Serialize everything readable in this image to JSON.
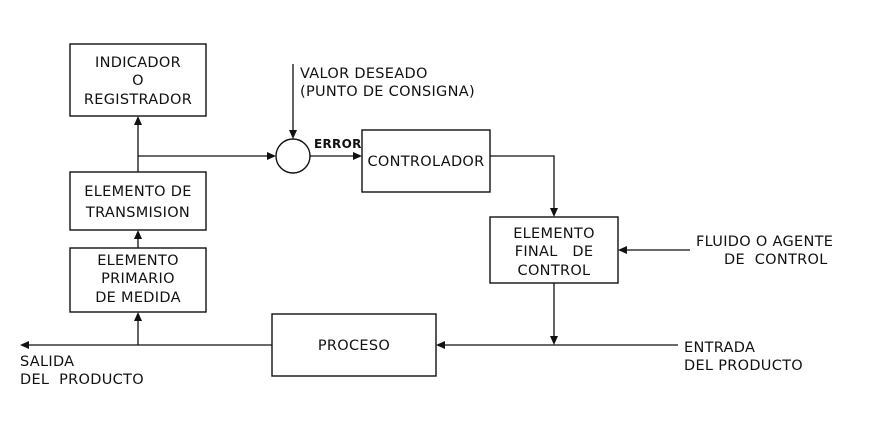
{
  "blocks": {
    "indicador": [
      "INDICADOR",
      "O",
      "REGISTRADOR"
    ],
    "transmision": [
      "ELEMENTO DE",
      "TRANSMISION"
    ],
    "primario": [
      "ELEMENTO",
      "PRIMARIO",
      "DE MEDIDA"
    ],
    "controlador": [
      "CONTROLADOR"
    ],
    "final": [
      "ELEMENTO",
      "FINAL   DE",
      "CONTROL"
    ],
    "proceso": [
      "PROCESO"
    ]
  },
  "labels": {
    "setpoint": [
      "VALOR DESEADO",
      "(PUNTO DE CONSIGNA)"
    ],
    "error": "ERROR",
    "fluido": [
      "FLUIDO O AGENTE",
      "DE  CONTROL"
    ],
    "entrada": [
      "ENTRADA",
      "DEL PRODUCTO"
    ],
    "salida": [
      "SALIDA",
      "DEL  PRODUCTO"
    ]
  },
  "colors": {
    "ink": "#111111",
    "background": "#ffffff"
  }
}
